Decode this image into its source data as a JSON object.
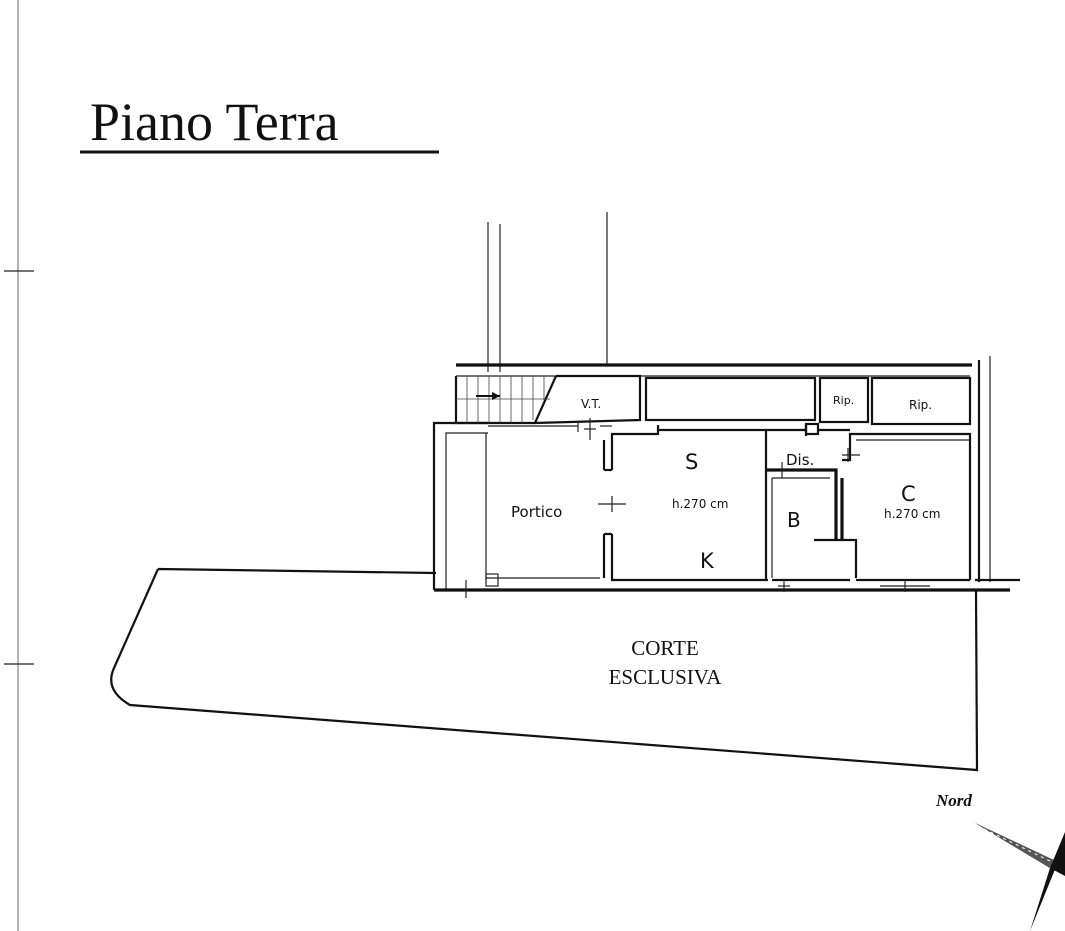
{
  "title": "Piano Terra",
  "rooms": {
    "vt": "V.T.",
    "rip_1": "Rip.",
    "rip_2": "Rip.",
    "portico": "Portico",
    "s": "S",
    "k": "K",
    "s_height": "h.270 cm",
    "dis": "Dis.",
    "b": "B",
    "c": "C",
    "c_height": "h.270 cm"
  },
  "court": {
    "line_1": "CORTE",
    "line_2": "ESCLUSIVA"
  },
  "compass": {
    "label": "Nord"
  }
}
